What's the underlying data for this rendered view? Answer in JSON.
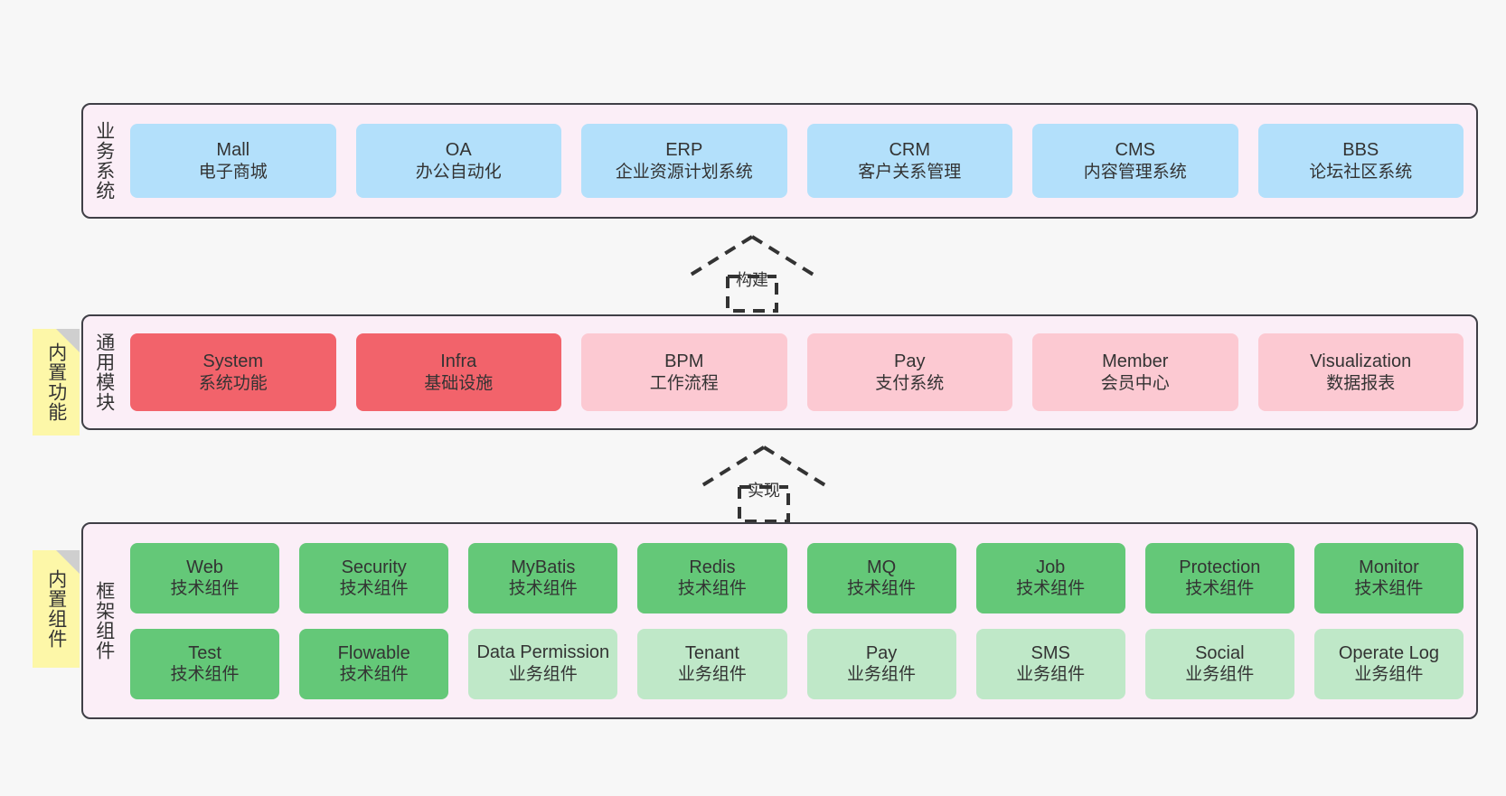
{
  "diagram": {
    "title": "",
    "colors": {
      "canvas": "#f7f7f7",
      "layer_bg": "#fbeef7",
      "layer_border": "#3f3f46",
      "business_card": "#b3e0fb",
      "module_strong": "#f2636b",
      "module_soft": "#fcc9d2",
      "tech_strong": "#64c878",
      "tech_soft": "#bfe8c8",
      "sticky": "#fdf7a8",
      "sticky_fold": "#cfcfcf"
    }
  },
  "layers": {
    "business": {
      "label": "业务系统",
      "cards": [
        {
          "name": "Mall",
          "desc": "电子商城"
        },
        {
          "name": "OA",
          "desc": "办公自动化"
        },
        {
          "name": "ERP",
          "desc": "企业资源计划系统"
        },
        {
          "name": "CRM",
          "desc": "客户关系管理"
        },
        {
          "name": "CMS",
          "desc": "内容管理系统"
        },
        {
          "name": "BBS",
          "desc": "论坛社区系统"
        }
      ]
    },
    "modules": {
      "label": "通用模块",
      "sticky": "内置功能",
      "cards": [
        {
          "name": "System",
          "desc": "系统功能",
          "style": "strong"
        },
        {
          "name": "Infra",
          "desc": "基础设施",
          "style": "strong"
        },
        {
          "name": "BPM",
          "desc": "工作流程",
          "style": "soft"
        },
        {
          "name": "Pay",
          "desc": "支付系统",
          "style": "soft"
        },
        {
          "name": "Member",
          "desc": "会员中心",
          "style": "soft"
        },
        {
          "name": "Visualization",
          "desc": "数据报表",
          "style": "soft"
        }
      ]
    },
    "framework": {
      "label": "框架组件",
      "sticky": "内置组件",
      "row1": [
        {
          "name": "Web",
          "desc": "技术组件",
          "style": "strong"
        },
        {
          "name": "Security",
          "desc": "技术组件",
          "style": "strong"
        },
        {
          "name": "MyBatis",
          "desc": "技术组件",
          "style": "strong"
        },
        {
          "name": "Redis",
          "desc": "技术组件",
          "style": "strong"
        },
        {
          "name": "MQ",
          "desc": "技术组件",
          "style": "strong"
        },
        {
          "name": "Job",
          "desc": "技术组件",
          "style": "strong"
        },
        {
          "name": "Protection",
          "desc": "技术组件",
          "style": "strong"
        },
        {
          "name": "Monitor",
          "desc": "技术组件",
          "style": "strong"
        }
      ],
      "row2": [
        {
          "name": "Test",
          "desc": "技术组件",
          "style": "strong"
        },
        {
          "name": "Flowable",
          "desc": "技术组件",
          "style": "strong"
        },
        {
          "name": "Data Permission",
          "desc": "业务组件",
          "style": "soft"
        },
        {
          "name": "Tenant",
          "desc": "业务组件",
          "style": "soft"
        },
        {
          "name": "Pay",
          "desc": "业务组件",
          "style": "soft"
        },
        {
          "name": "SMS",
          "desc": "业务组件",
          "style": "soft"
        },
        {
          "name": "Social",
          "desc": "业务组件",
          "style": "soft"
        },
        {
          "name": "Operate Log",
          "desc": "业务组件",
          "style": "soft"
        }
      ]
    }
  },
  "connectors": [
    {
      "label": "构建",
      "from": "通用模块",
      "to": "业务系统"
    },
    {
      "label": "实现",
      "from": "框架组件",
      "to": "通用模块"
    }
  ]
}
